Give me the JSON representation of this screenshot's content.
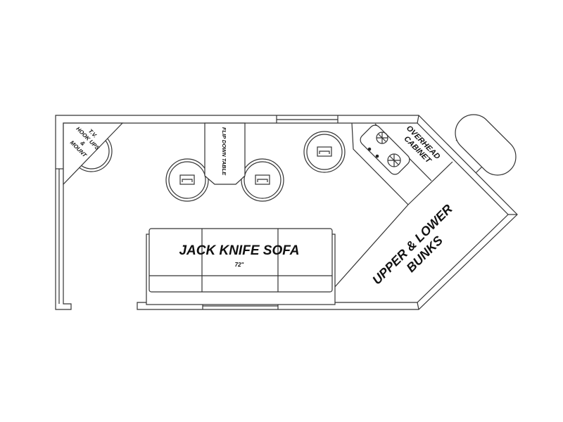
{
  "floorplan": {
    "sofa_label": "JACK KNIFE SOFA",
    "sofa_size": "72\"",
    "bunks_line1": "UPPER & LOWER",
    "bunks_line2": "BUNKS",
    "cabinet_line1": "OVERHEAD",
    "cabinet_line2": "CABINET",
    "table_label": "FLIP DOWN TABLE",
    "tv_line1": "T.V.",
    "tv_line2": "HOOK UPS",
    "tv_line3": "&",
    "tv_line4": "MOUNT"
  }
}
